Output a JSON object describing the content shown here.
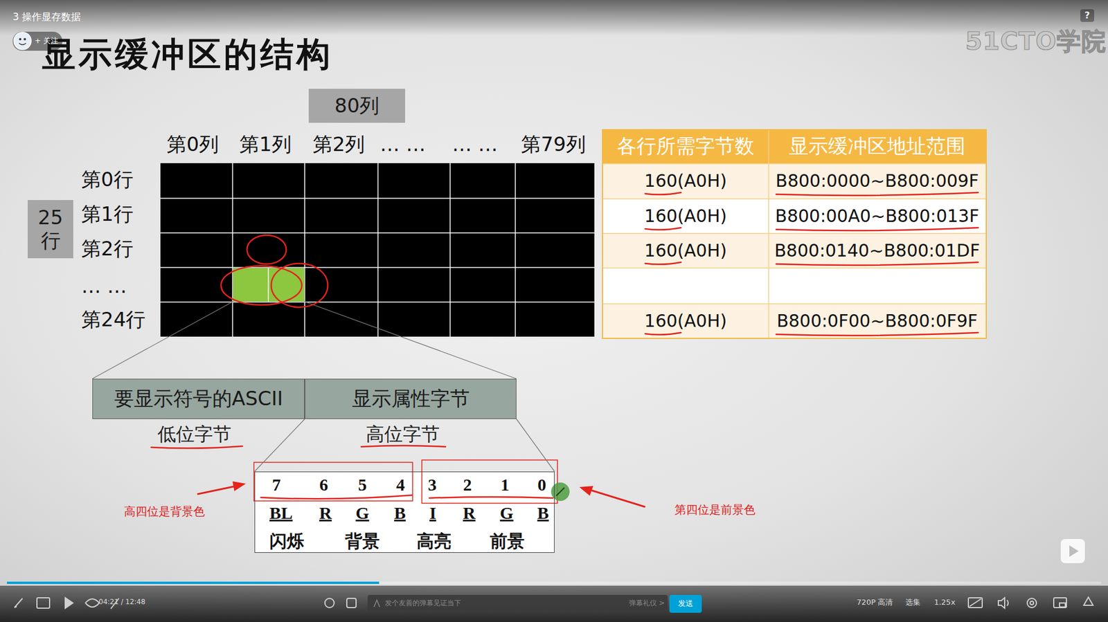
{
  "diagram": {
    "title": "显示缓冲区的结构",
    "nodes": [
      {
        "text": [
          "80列"
        ]
      },
      {
        "text": [
          "25 行"
        ]
      },
      {
        "text": [
          "要显示符号的ASCII"
        ]
      },
      {
        "text": [
          "显示属性字节"
        ]
      },
      {
        "text": [
          "7",
          "6",
          "5",
          "4",
          "3",
          "2",
          "1",
          "0",
          "BL",
          "R",
          "G",
          "B",
          "I",
          "R",
          "G",
          "B",
          "闪烁",
          "背景",
          "高亮",
          "前景"
        ]
      }
    ],
    "edges": [
      {
        "from": 3,
        "to": 4,
        "arrow": "none"
      },
      {
        "from": 3,
        "to": 4,
        "arrow": "none"
      }
    ],
    "labels": [
      "3 操作显存数据",
      "+ 关注",
      "51CTO学院",
      "?",
      "第0列",
      "第1列",
      "第2列",
      "… …",
      "… …",
      "第79列",
      "第0行",
      "第1行",
      "第2行",
      "… …",
      "第24行",
      "各行所需字节数",
      "显示缓冲区地址范围",
      "160(A0H)",
      "B800:0000~B800:009F",
      "160(A0H)",
      "B800:00A0~B800:013F",
      "160(A0H)",
      "B800:0140~B800:01DF",
      "160(A0H)",
      "B800:0F00~B800:0F9F",
      "低位字节",
      "高位字节",
      "高四位是背景色",
      "第四位是前景色",
      "04:21 / 12:48",
      "发个友善的弹幕见证当下",
      "弹幕礼仪 >",
      "发送",
      "720P 高清",
      "选集",
      "1.25x"
    ]
  }
}
